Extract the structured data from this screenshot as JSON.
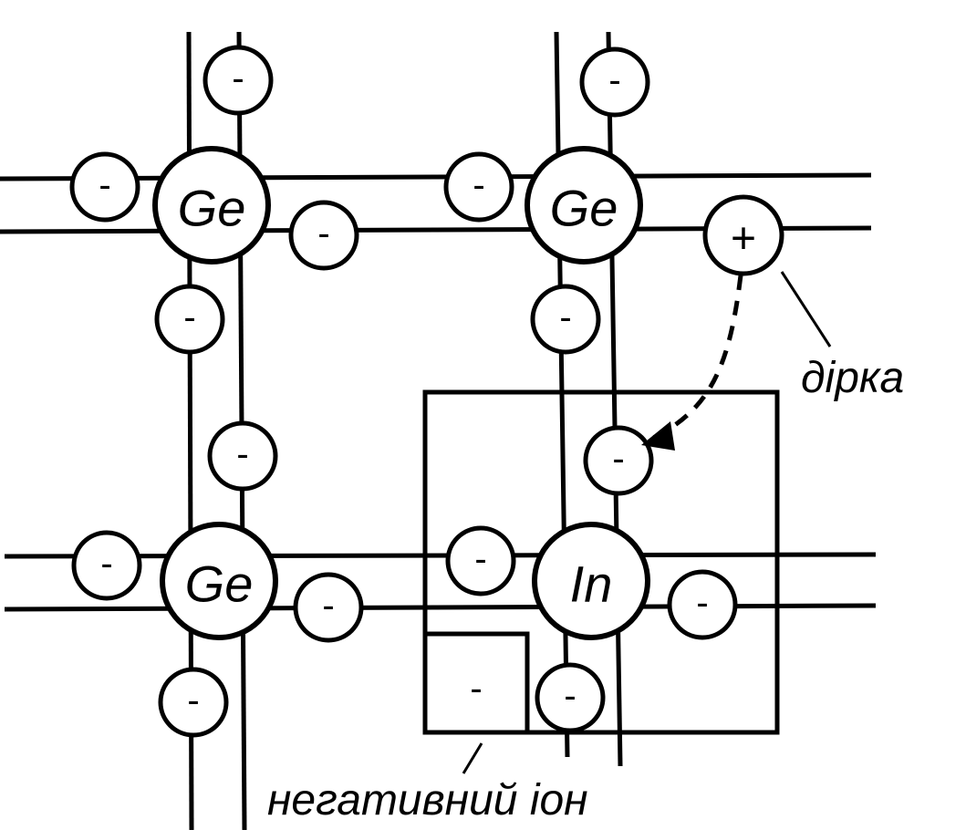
{
  "atoms": {
    "ge1": "Ge",
    "ge2": "Ge",
    "ge3": "Ge",
    "in": "In"
  },
  "electron_sign": "-",
  "hole_sign": "+",
  "ion_sign": "-",
  "labels": {
    "hole": "дірка",
    "negative_ion": "негативний іон"
  }
}
